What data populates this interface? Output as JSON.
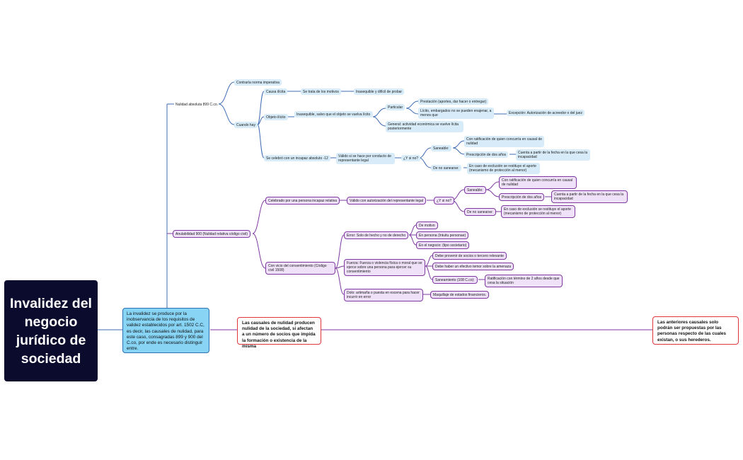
{
  "title": "Invalidez del negocio jurídico de sociedad",
  "intro": "La invalidez se produce por la inobservancia de los requisitos de validez establecidos por art. 1502 C.C, es decir, las causales de nulidad, para este caso, consagradas 899 y 900 del C.co, por ende es necesario distinguir entre.",
  "note_left": "Las causales de nulidad producen nulidad de la sociedad, si afectan a un número de socios que impida la formación o existencia de la misma",
  "note_right": "Las anteriores causales solo podrán ser propuestas por las personas respecto de las cuales existan, o sus herederos.",
  "colors": {
    "blue_line": "#3d6ab3",
    "purple_line": "#7e3aa0",
    "root_bg": "#0b0b2e",
    "intro_bg": "#87d4f5",
    "red_border": "#e0353b"
  },
  "nodes": {
    "nul_abs": "Nulidad absoluta 899 C.co.",
    "contraria": "Contraría norma imperativa",
    "cuando_hay": "Cuando hay",
    "causa": "Causa ilícita",
    "motivos": "Se trata de los motivos",
    "inasible": "Inasequible y difícil de probar",
    "objeto": "Objeto ilícito",
    "inasequible2": "Inasequible, salvo que el objeto se vuelva lícito",
    "particular": "Particular",
    "prestacion": "Prestación (aportes, dar hacer o entregar)",
    "licito_emb": "Lícito, embargados no se pueden enajenar, a menos que",
    "excepcion": "Excepción: Autorización de acreedor o del juez",
    "general": "General: actividad económica se vuelve lícita posteriormente",
    "incapaz_abs": "Se celebró con un incapaz absoluto -12",
    "valido_rep": "Válido si se hace por conducto de representante legal",
    "y_si_no_1": "¿Y si no?",
    "saneable_1": "Saneable:",
    "ratif_1": "Con ratificación de quien concurría en causal de nulidad",
    "prescr_1": "Prescripción de dos años",
    "cuenta_1": "Cuenta a partir de la fecha en la que cesa la incapacidad",
    "no_sanea_1": "De no sanearse:",
    "exclus_1": "En caso de exclusión se restituye el aporte (mecanismo de protección al menor)",
    "anulab": "Anulabilidad 900 (Nulidad relativa código civil)",
    "celeb_incapaz": "Celebrado por una persona incapaz relativa",
    "valido_aut": "Válido con autorización del representante legal",
    "y_si_no_2": "¿Y si no?",
    "saneable_2": "Saneable:",
    "ratif_2": "Con ratificación de quien concurría en causal de nulidad",
    "prescr_2": "Prescripción de dos años",
    "cuenta_2": "Cuenta a partir de la fecha en la que cesa la incapacidad",
    "no_sanea_2": "De no sanearse:",
    "exclus_2": "En caso de exclusión se restituye el aporte (mecanismo de protección al menor)",
    "vicio": "Con vicio del consentimiento (Código civil 1508)",
    "error": "Error: Solo de hecho y no de derecho",
    "de_motivo": "De motivo",
    "en_persona": "En persona (Intuitu personae)",
    "en_negocio": "En el negocio: (tipo societario)",
    "fuerza": "Fuerza: Fuerza o violencia física o moral que se ejerce sobre una persona para ejercer su consentimiento",
    "debe_prov": "Debe provenir de socios o tercero relevante",
    "debe_temor": "Debe haber un efectivo temor sobre la amenaza",
    "saneam": "Saneamiento (108 C.co):",
    "ratif_term": "Ratificación con término de 2 años desde que cesa la situación",
    "dolo": "Dolo: artimaña o puesta en escena para hacer incurrir en error",
    "maquill": "Maquillaje de estados financieros."
  }
}
